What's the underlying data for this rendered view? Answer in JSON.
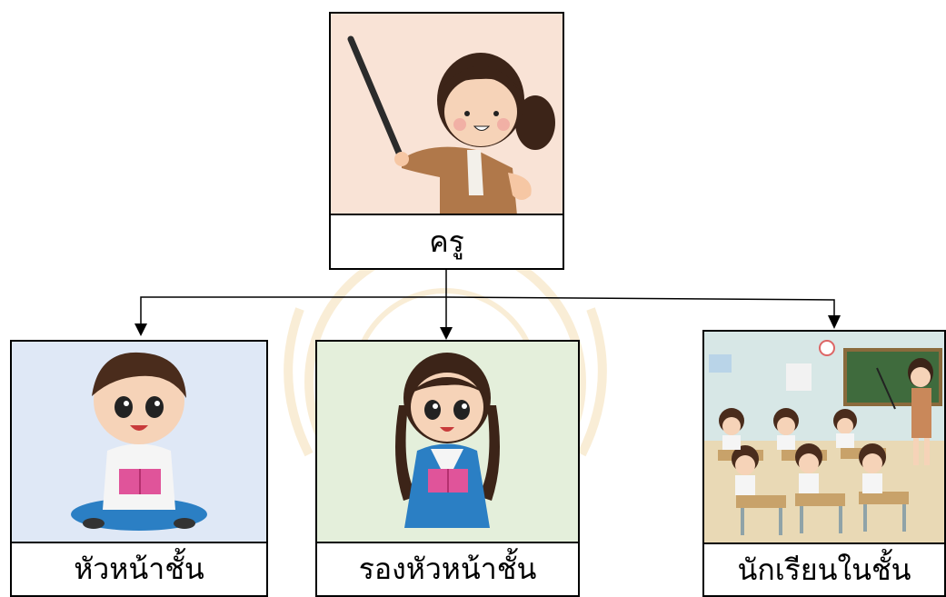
{
  "nodes": {
    "teacher": {
      "label": "ครู"
    },
    "leader": {
      "label": "หัวหน้าชั้น"
    },
    "vice_leader": {
      "label": "รองหัวหน้าชั้น"
    },
    "classmates": {
      "label": "นักเรียนในชั้น"
    }
  },
  "colors": {
    "teacher_bg": "#f9e3d6",
    "leader_bg": "#dfe8f6",
    "vice_bg": "#e4efdb",
    "class_bg": "#e2ece8",
    "watermark": "#e7b24a"
  },
  "edges": [
    {
      "from": "teacher",
      "to": "leader"
    },
    {
      "from": "teacher",
      "to": "vice_leader"
    },
    {
      "from": "teacher",
      "to": "classmates"
    }
  ]
}
